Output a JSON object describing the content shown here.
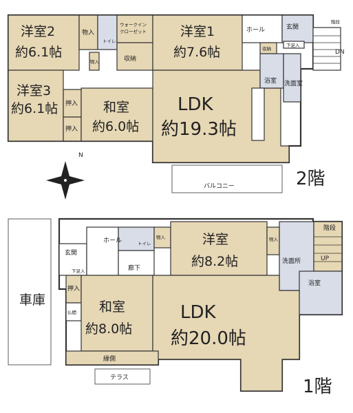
{
  "floor2": {
    "label": "2階",
    "rooms": {
      "western2_name": "洋室2",
      "western2_size": "約6.1帖",
      "closet_a": "物入",
      "toilet": "トイレ",
      "walkin_1": "ウォークイン",
      "walkin_2": "クローゼット",
      "storage": "収納",
      "western1_name": "洋室1",
      "western1_size": "約7.6帖",
      "hall": "ホール",
      "entrance": "玄関",
      "stairs": "階段",
      "shoe_box": "下足入",
      "storage_small": "収納",
      "down": "DN",
      "closet_b": "物入",
      "western3_name": "洋室3",
      "western3_size": "約6.1帖",
      "oshiire_a": "押入",
      "oshiire_b": "押入",
      "japanese_name": "和室",
      "japanese_size": "約6.0帖",
      "ldk_name": "LDK",
      "ldk_size": "約19.3帖",
      "bath": "浴室",
      "washroom": "洗面室",
      "balcony": "バルコニー"
    }
  },
  "floor1": {
    "label": "1階",
    "rooms": {
      "garage": "車庫",
      "entrance": "玄関",
      "shoe_box": "下足入",
      "hall": "ホール",
      "toilet": "トイレ",
      "corridor": "廊下",
      "closet_a": "物入",
      "closet_b": "物入",
      "western_name": "洋室",
      "western_size": "約8.2帖",
      "stairs": "階段",
      "up": "UP",
      "washroom": "洗面所",
      "bath": "浴室",
      "oshiire": "押入",
      "butsudan": "仏間",
      "japanese_name": "和室",
      "japanese_size": "約8.0帖",
      "ldk_name": "LDK",
      "ldk_size": "約20.0帖",
      "engawa": "縁側",
      "terrace": "テラス"
    }
  },
  "compass": {
    "north": "N"
  }
}
